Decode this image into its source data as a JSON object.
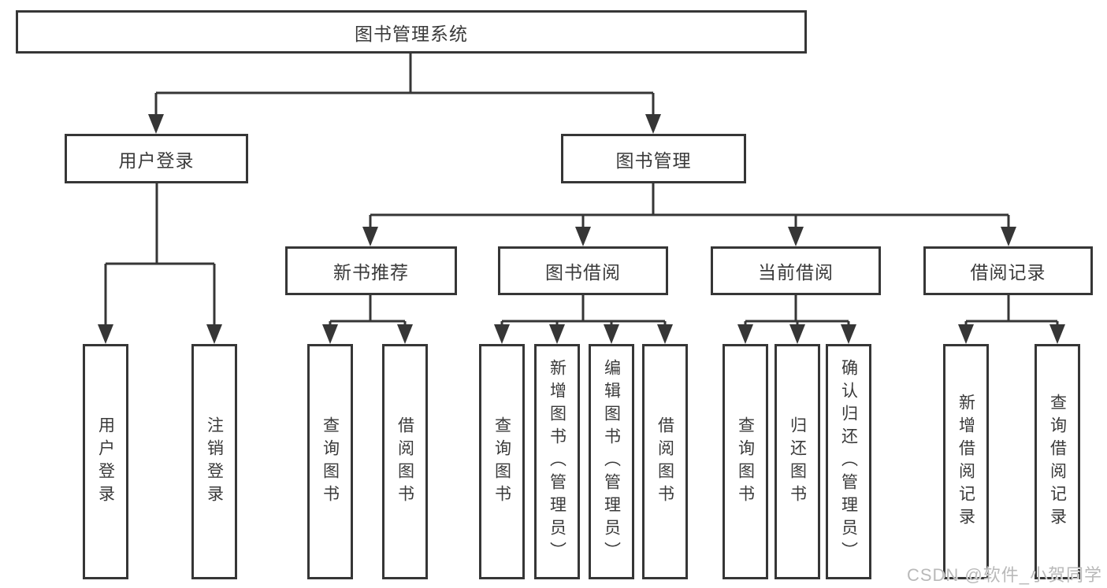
{
  "diagram_type": "hierarchy-tree",
  "colors": {
    "line": "#363636",
    "box_border": "#363636",
    "text": "#3a3a3a",
    "background": "#ffffff",
    "watermark_text": "#b9b9b9"
  },
  "tree": {
    "label": "图书管理系统",
    "children": [
      {
        "label": "用户登录",
        "children": [
          {
            "label": "用户登录"
          },
          {
            "label": "注销登录"
          }
        ]
      },
      {
        "label": "图书管理",
        "children": [
          {
            "label": "新书推荐",
            "children": [
              {
                "label": "查询图书"
              },
              {
                "label": "借阅图书"
              }
            ]
          },
          {
            "label": "图书借阅",
            "children": [
              {
                "label": "查询图书"
              },
              {
                "label": "新增图书（管理员）"
              },
              {
                "label": "编辑图书（管理员）"
              },
              {
                "label": "借阅图书"
              }
            ]
          },
          {
            "label": "当前借阅",
            "children": [
              {
                "label": "查询图书"
              },
              {
                "label": "归还图书"
              },
              {
                "label": "确认归还（管理员）"
              }
            ]
          },
          {
            "label": "借阅记录",
            "children": [
              {
                "label": "新增借阅记录"
              },
              {
                "label": "查询借阅记录"
              }
            ]
          }
        ]
      }
    ]
  },
  "watermark": {
    "text": "CSDN @软件_小贺同学"
  }
}
